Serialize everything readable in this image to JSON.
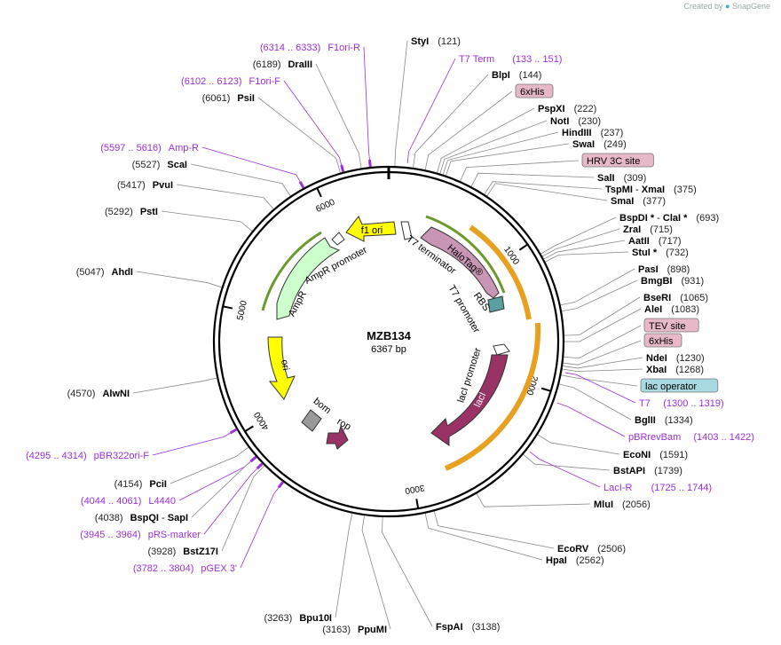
{
  "credit": {
    "prefix": "Created by",
    "brand": "SnapGene"
  },
  "plasmid": {
    "name": "MZB134",
    "size": "6367 bp"
  },
  "ticks": [
    "1000",
    "2000",
    "3000",
    "4000",
    "5000",
    "6000"
  ],
  "features": [
    {
      "name": "f1 ori",
      "color": "#ffff00"
    },
    {
      "name": "AmpR promoter",
      "color": "#ffffff"
    },
    {
      "name": "AmpR",
      "color": "#ccffcc"
    },
    {
      "name": "ori",
      "color": "#ffff00"
    },
    {
      "name": "bom",
      "color": "#999999"
    },
    {
      "name": "rop",
      "color": "#993366"
    },
    {
      "name": "T7 terminator",
      "color": "#ffffff"
    },
    {
      "name": "HaloTag®",
      "color": "#c896b4"
    },
    {
      "name": "RBS",
      "color": "#ffffff"
    },
    {
      "name": "T7 promoter",
      "color": "#ffffff"
    },
    {
      "name": "lacI promoter",
      "color": "#ffffff"
    },
    {
      "name": "lacI",
      "color": "#993366"
    }
  ],
  "right_labels": [
    {
      "type": "site",
      "name": "StyI",
      "pos": "(121)"
    },
    {
      "type": "primer",
      "text": "T7 Term",
      "pos": "(133 .. 151)"
    },
    {
      "type": "site",
      "name": "BlpI",
      "pos": "(144)"
    },
    {
      "type": "feature",
      "text": "6xHis"
    },
    {
      "type": "site",
      "name": "PspXI",
      "pos": "(222)"
    },
    {
      "type": "site",
      "name": "NotI",
      "pos": "(230)"
    },
    {
      "type": "site",
      "name": "HindIII",
      "pos": "(237)"
    },
    {
      "type": "site",
      "name": "SwaI",
      "pos": "(249)"
    },
    {
      "type": "feature",
      "text": "HRV 3C site"
    },
    {
      "type": "site",
      "name": "SalI",
      "pos": "(309)"
    },
    {
      "type": "site",
      "name": "TspMI",
      "name2": "XmaI",
      "pos": "(375)"
    },
    {
      "type": "site",
      "name": "SmaI",
      "pos": "(377)"
    },
    {
      "type": "site",
      "name": "BspDI *",
      "name2": "ClaI *",
      "pos": "(693)"
    },
    {
      "type": "site",
      "name": "ZraI",
      "pos": "(715)"
    },
    {
      "type": "site",
      "name": "AatII",
      "pos": "(717)"
    },
    {
      "type": "site",
      "name": "StuI *",
      "pos": "(732)"
    },
    {
      "type": "site",
      "name": "PasI",
      "pos": "(898)"
    },
    {
      "type": "site",
      "name": "BmgBI",
      "pos": "(931)"
    },
    {
      "type": "site",
      "name": "BseRI",
      "pos": "(1065)"
    },
    {
      "type": "site",
      "name": "AleI",
      "pos": "(1083)"
    },
    {
      "type": "feature",
      "text": "TEV site"
    },
    {
      "type": "feature",
      "text": "6xHis"
    },
    {
      "type": "site",
      "name": "NdeI",
      "pos": "(1230)"
    },
    {
      "type": "site",
      "name": "XbaI",
      "pos": "(1268)"
    },
    {
      "type": "feature",
      "text": "lac operator"
    },
    {
      "type": "primer",
      "text": "T7",
      "pos": "(1300 .. 1319)"
    },
    {
      "type": "site",
      "name": "BglII",
      "pos": "(1334)"
    },
    {
      "type": "primer",
      "text": "pBRrevBam",
      "pos": "(1403 .. 1422)"
    },
    {
      "type": "site",
      "name": "EcoNI",
      "pos": "(1591)"
    },
    {
      "type": "site",
      "name": "BstAPI",
      "pos": "(1739)"
    },
    {
      "type": "primer",
      "text": "LacI-R",
      "pos": "(1725 .. 1744)"
    },
    {
      "type": "site",
      "name": "MluI",
      "pos": "(2056)"
    },
    {
      "type": "site",
      "name": "EcoRV",
      "pos": "(2506)"
    },
    {
      "type": "site",
      "name": "HpaI",
      "pos": "(2562)"
    },
    {
      "type": "site",
      "name": "FspAI",
      "pos": "(3138)"
    }
  ],
  "left_labels": [
    {
      "type": "primer",
      "pos": "(6314 .. 6333)",
      "text": "F1ori-R"
    },
    {
      "type": "site",
      "pos": "(6189)",
      "name": "DraIII"
    },
    {
      "type": "primer",
      "pos": "(6102 .. 6123)",
      "text": "F1ori-F"
    },
    {
      "type": "site",
      "pos": "(6061)",
      "name": "PsiI"
    },
    {
      "type": "primer",
      "pos": "(5597 .. 5616)",
      "text": "Amp-R"
    },
    {
      "type": "site",
      "pos": "(5527)",
      "name": "ScaI"
    },
    {
      "type": "site",
      "pos": "(5417)",
      "name": "PvuI"
    },
    {
      "type": "site",
      "pos": "(5292)",
      "name": "PstI"
    },
    {
      "type": "site",
      "pos": "(5047)",
      "name": "AhdI"
    },
    {
      "type": "site",
      "pos": "(4570)",
      "name": "AlwNI"
    },
    {
      "type": "primer",
      "pos": "(4295 .. 4314)",
      "text": "pBR322ori-F"
    },
    {
      "type": "site",
      "pos": "(4154)",
      "name": "PciI"
    },
    {
      "type": "primer",
      "pos": "(4044 .. 4061)",
      "text": "L4440"
    },
    {
      "type": "site",
      "pos": "(4038)",
      "name": "BspQI",
      "name2": "SapI"
    },
    {
      "type": "primer",
      "pos": "(3945 .. 3964)",
      "text": "pRS-marker"
    },
    {
      "type": "site",
      "pos": "(3928)",
      "name": "BstZ17I"
    },
    {
      "type": "primer",
      "pos": "(3782 .. 3804)",
      "text": "pGEX 3'"
    },
    {
      "type": "site",
      "pos": "(3263)",
      "name": "Bpu10I"
    },
    {
      "type": "site",
      "pos": "(3163)",
      "name": "PpuMI"
    }
  ]
}
